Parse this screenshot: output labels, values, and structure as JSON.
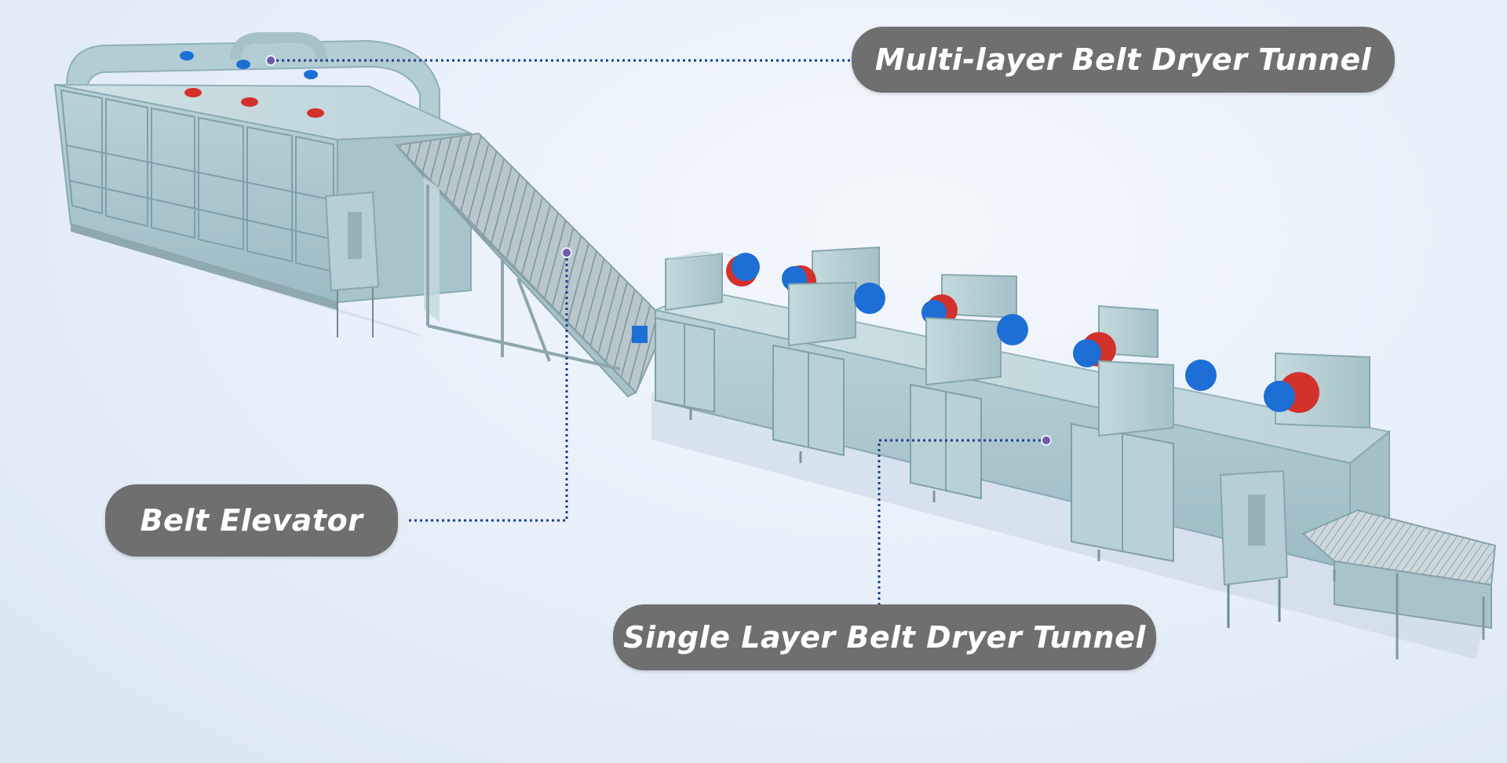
{
  "labels": {
    "multi_layer": "Multi-layer Belt Dryer Tunnel",
    "belt_elevator": "Belt Elevator",
    "single_layer": "Single Layer Belt Dryer Tunnel"
  },
  "colors": {
    "pill_background": "#6e6f6f",
    "pill_text": "#ffffff",
    "leader_line": "#1f3f8f",
    "machine_body": "#a9c6cc",
    "motor_blue": "#1d6fd6",
    "motor_red": "#d2312c"
  }
}
